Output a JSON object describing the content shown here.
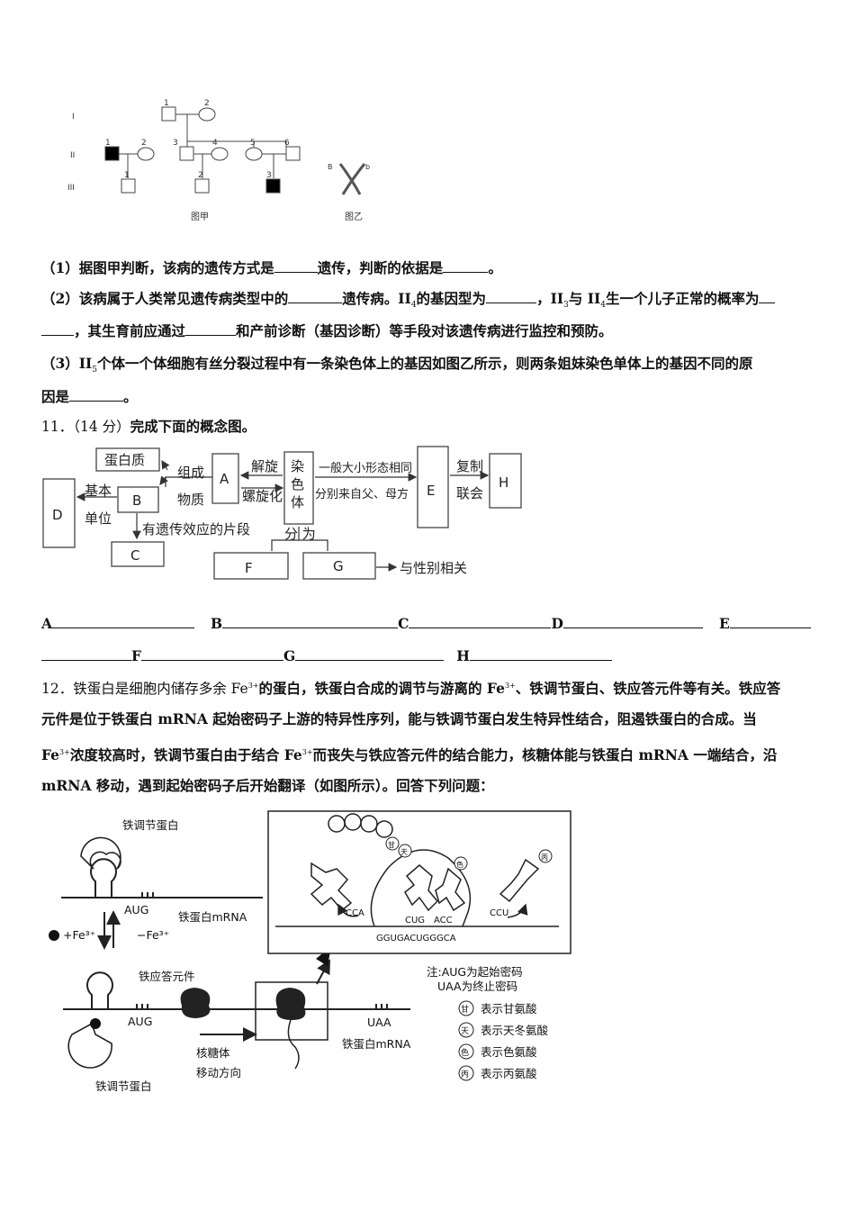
{
  "pedigree": {
    "gen_labels": [
      "I",
      "II",
      "III"
    ],
    "ind_numbers": [
      "1",
      "2",
      "1",
      "2",
      "3",
      "4",
      "5",
      "6",
      "1",
      "2",
      "3"
    ],
    "fig_a_caption": "图甲",
    "fig_b_caption": "图乙",
    "chrom_left": "B",
    "chrom_right": "b"
  },
  "q10": {
    "p1_a": "（1）据图甲判断，该病的遗传方式是",
    "p1_b": "遗传，判断的依据是",
    "p1_c": "。",
    "p2_a": "（2）该病属于人类常见遗传病类型中的",
    "p2_b": "遗传病。II",
    "p2_sub1": "4",
    "p2_c": "的基因型为",
    "p2_d": "，II",
    "p2_sub2": "3",
    "p2_e": "与 II",
    "p2_sub3": "4",
    "p2_f": "生一个儿子正常的概率为",
    "p2_g": "，其生育前应通过",
    "p2_h": "和产前诊断（基因诊断）等手段对该遗传病进行监控和预防。",
    "p3_a": "（3）II",
    "p3_sub": "5",
    "p3_b": "个体一个体细胞有丝分裂过程中有一条染色体上的基因如图乙所示，则两条姐妹染色单体上的基因不同的原",
    "p3_c": "因是",
    "p3_d": "。"
  },
  "q11": {
    "title_num": "11．（14 分）",
    "title_text": "完成下面的概念图。",
    "boxes": {
      "protein": "蛋白质",
      "A": "A",
      "B": "B",
      "C": "C",
      "D": "D",
      "E": "E",
      "F": "F",
      "G": "G",
      "H": "H",
      "chromosome": [
        "染",
        "色",
        "体"
      ]
    },
    "labels": {
      "compose1": "组成",
      "compose2": "物质",
      "unwind": "解旋",
      "coil": "螺旋化",
      "basic1": "基本",
      "basic2": "单位",
      "effect": "有遗传效应的片段",
      "split": "分 为",
      "homolog1": "一般大小形态相同",
      "homolog2": "分别来自父、母方",
      "copy": "复制",
      "union": "联会",
      "sex": "与性别相关"
    },
    "answers": [
      "A",
      "B",
      "C",
      "D",
      "E",
      "F",
      "G",
      "H"
    ]
  },
  "q12": {
    "l1": "12．铁蛋白是细胞内储存多余 Fe",
    "l1_sup": "3+",
    "l1_b": "的蛋白，铁蛋白合成的调节与游离的 Fe",
    "l1_sup2": "3+",
    "l1_c": "、铁调节蛋白、铁应答元件等有关。铁应答",
    "l2": "元件是位于铁蛋白 mRNA 起始密码子上游的特异性序列，能与铁调节蛋白发生特异性结合，阻遏铁蛋白的合成。当",
    "l3_a": "Fe",
    "l3_sup": "3+",
    "l3_b": "浓度较高时，铁调节蛋白由于结合 Fe",
    "l3_sup2": "3+",
    "l3_c": "而丧失与铁应答元件的结合能力，核糖体能与铁蛋白 mRNA 一端结合，沿",
    "l4": "mRNA 移动，遇到起始密码子后开始翻译（如图所示）。回答下列问题："
  },
  "fig12": {
    "iron_reg_protein": "铁调节蛋白",
    "aug": "AUG",
    "ferritin_mrna": "铁蛋白mRNA",
    "plus_fe": "+Fe³⁺",
    "minus_fe": "−Fe³⁺",
    "ire": "铁应答元件",
    "uaa": "UAA",
    "ribosome1": "核糖体",
    "ribosome2": "移动方向",
    "cca": "CCA",
    "cug": "CUG",
    "acc": "ACC",
    "ccu": "CCU",
    "seq": "GGUGACUGGGCA",
    "note1": "注:AUG为起始密码",
    "note2": "UAA为终止密码",
    "aa": [
      {
        "sym": "甘",
        "label": "表示甘氨酸"
      },
      {
        "sym": "天",
        "label": "表示天冬氨酸"
      },
      {
        "sym": "色",
        "label": "表示色氨酸"
      },
      {
        "sym": "丙",
        "label": "表示丙氨酸"
      }
    ]
  }
}
